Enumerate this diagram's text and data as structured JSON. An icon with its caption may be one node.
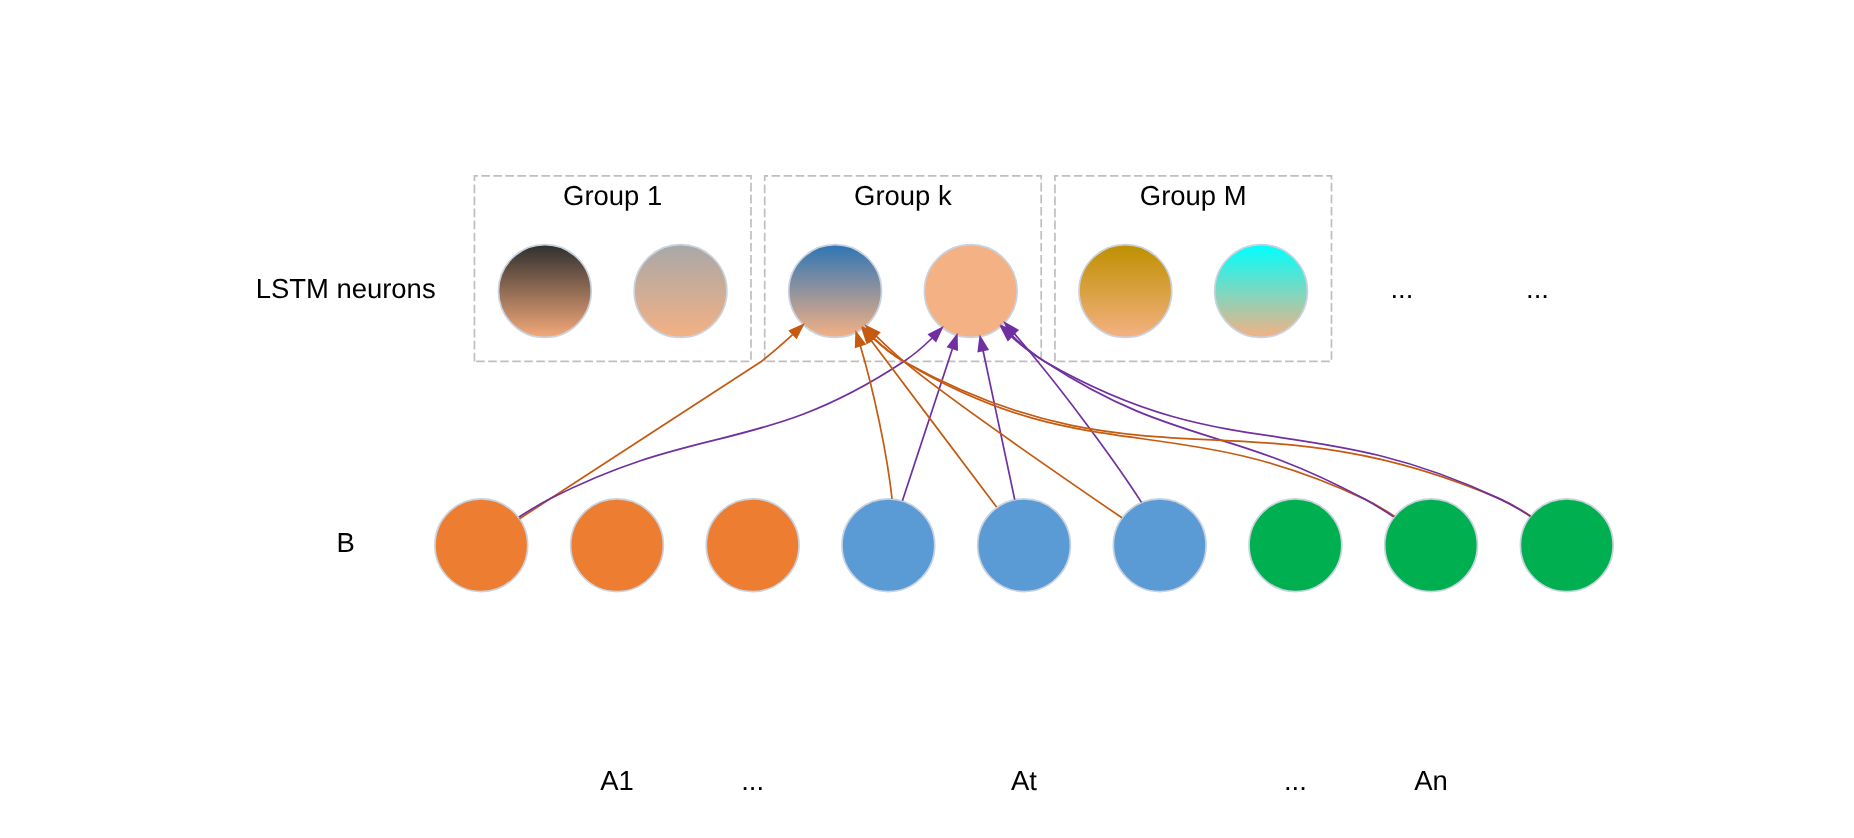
{
  "diagram": {
    "nodes": [
      {
        "text": [
          "Group 1"
        ]
      },
      {
        "text": [],
        "shape": "circle",
        "in": 0
      },
      {
        "text": [],
        "shape": "circle",
        "in": 0
      },
      {
        "text": [
          "Group k"
        ]
      },
      {
        "text": [],
        "shape": "circle",
        "in": 3
      },
      {
        "text": [],
        "shape": "circle",
        "in": 3
      },
      {
        "text": [
          "Group M"
        ]
      },
      {
        "text": [],
        "shape": "circle",
        "in": 6
      },
      {
        "text": [],
        "shape": "circle",
        "in": 6
      },
      {
        "text": [],
        "shape": "circle"
      },
      {
        "text": [],
        "shape": "circle"
      },
      {
        "text": [],
        "shape": "circle"
      },
      {
        "text": [],
        "shape": "circle"
      },
      {
        "text": [],
        "shape": "circle"
      },
      {
        "text": [],
        "shape": "circle"
      },
      {
        "text": [],
        "shape": "circle"
      },
      {
        "text": [],
        "shape": "circle"
      },
      {
        "text": [],
        "shape": "circle"
      }
    ],
    "edges": [
      {
        "from": 9,
        "to": 4,
        "arrow": "to",
        "color": "#c55a11"
      },
      {
        "from": 12,
        "to": 4,
        "arrow": "to",
        "color": "#c55a11"
      },
      {
        "from": 13,
        "to": 4,
        "arrow": "to",
        "color": "#c55a11"
      },
      {
        "from": 14,
        "to": 4,
        "arrow": "to",
        "color": "#c55a11"
      },
      {
        "from": 16,
        "to": 4,
        "arrow": "to",
        "color": "#c55a11"
      },
      {
        "from": 17,
        "to": 4,
        "arrow": "to",
        "color": "#c55a11"
      },
      {
        "from": 9,
        "to": 5,
        "arrow": "to",
        "color": "#7030a0"
      },
      {
        "from": 12,
        "to": 5,
        "arrow": "to",
        "color": "#7030a0"
      },
      {
        "from": 13,
        "to": 5,
        "arrow": "to",
        "color": "#7030a0"
      },
      {
        "from": 14,
        "to": 5,
        "arrow": "to",
        "color": "#7030a0"
      },
      {
        "from": 16,
        "to": 5,
        "arrow": "to",
        "color": "#7030a0"
      },
      {
        "from": 17,
        "to": 5,
        "arrow": "to",
        "color": "#7030a0"
      }
    ],
    "labels": [
      "LSTM neurons",
      "...",
      "...",
      "B",
      "A1",
      "...",
      "At",
      "...",
      "An"
    ]
  }
}
